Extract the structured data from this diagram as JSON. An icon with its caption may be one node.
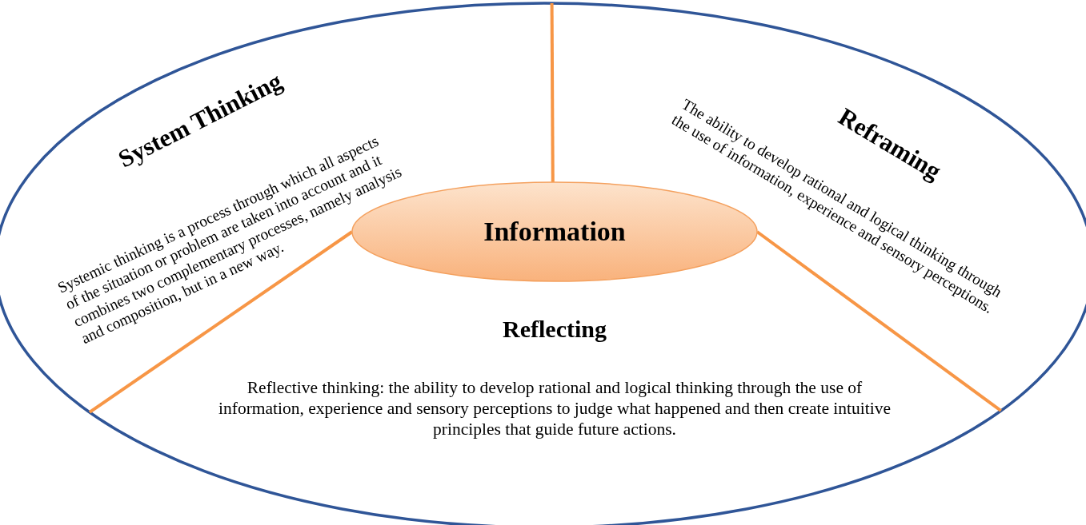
{
  "diagram": {
    "nodes": [
      {
        "text": [],
        "shape": "ellipse"
      },
      {
        "text": [
          "Information"
        ],
        "in": 0
      }
    ],
    "edges": [
      {
        "from": 1,
        "to": 0,
        "arrow": "none"
      },
      {
        "from": 1,
        "to": 0,
        "arrow": "none"
      },
      {
        "from": 1,
        "to": 0,
        "arrow": "none"
      }
    ],
    "labels": [
      "System Thinking",
      "Systemic thinking is a process through which all aspects of the situation or problem are taken into account and it combines two complementary processes, namely analysis and composition, but in a new way.",
      "Reframing",
      "The ability to develop rational and logical thinking through the use of information, experience and sensory perceptions.",
      "Reflecting",
      "Reflective thinking: the ability to develop rational and logical thinking through the use of information, experience and sensory perceptions to judge what happened and then create intuitive principles that guide future actions."
    ]
  }
}
